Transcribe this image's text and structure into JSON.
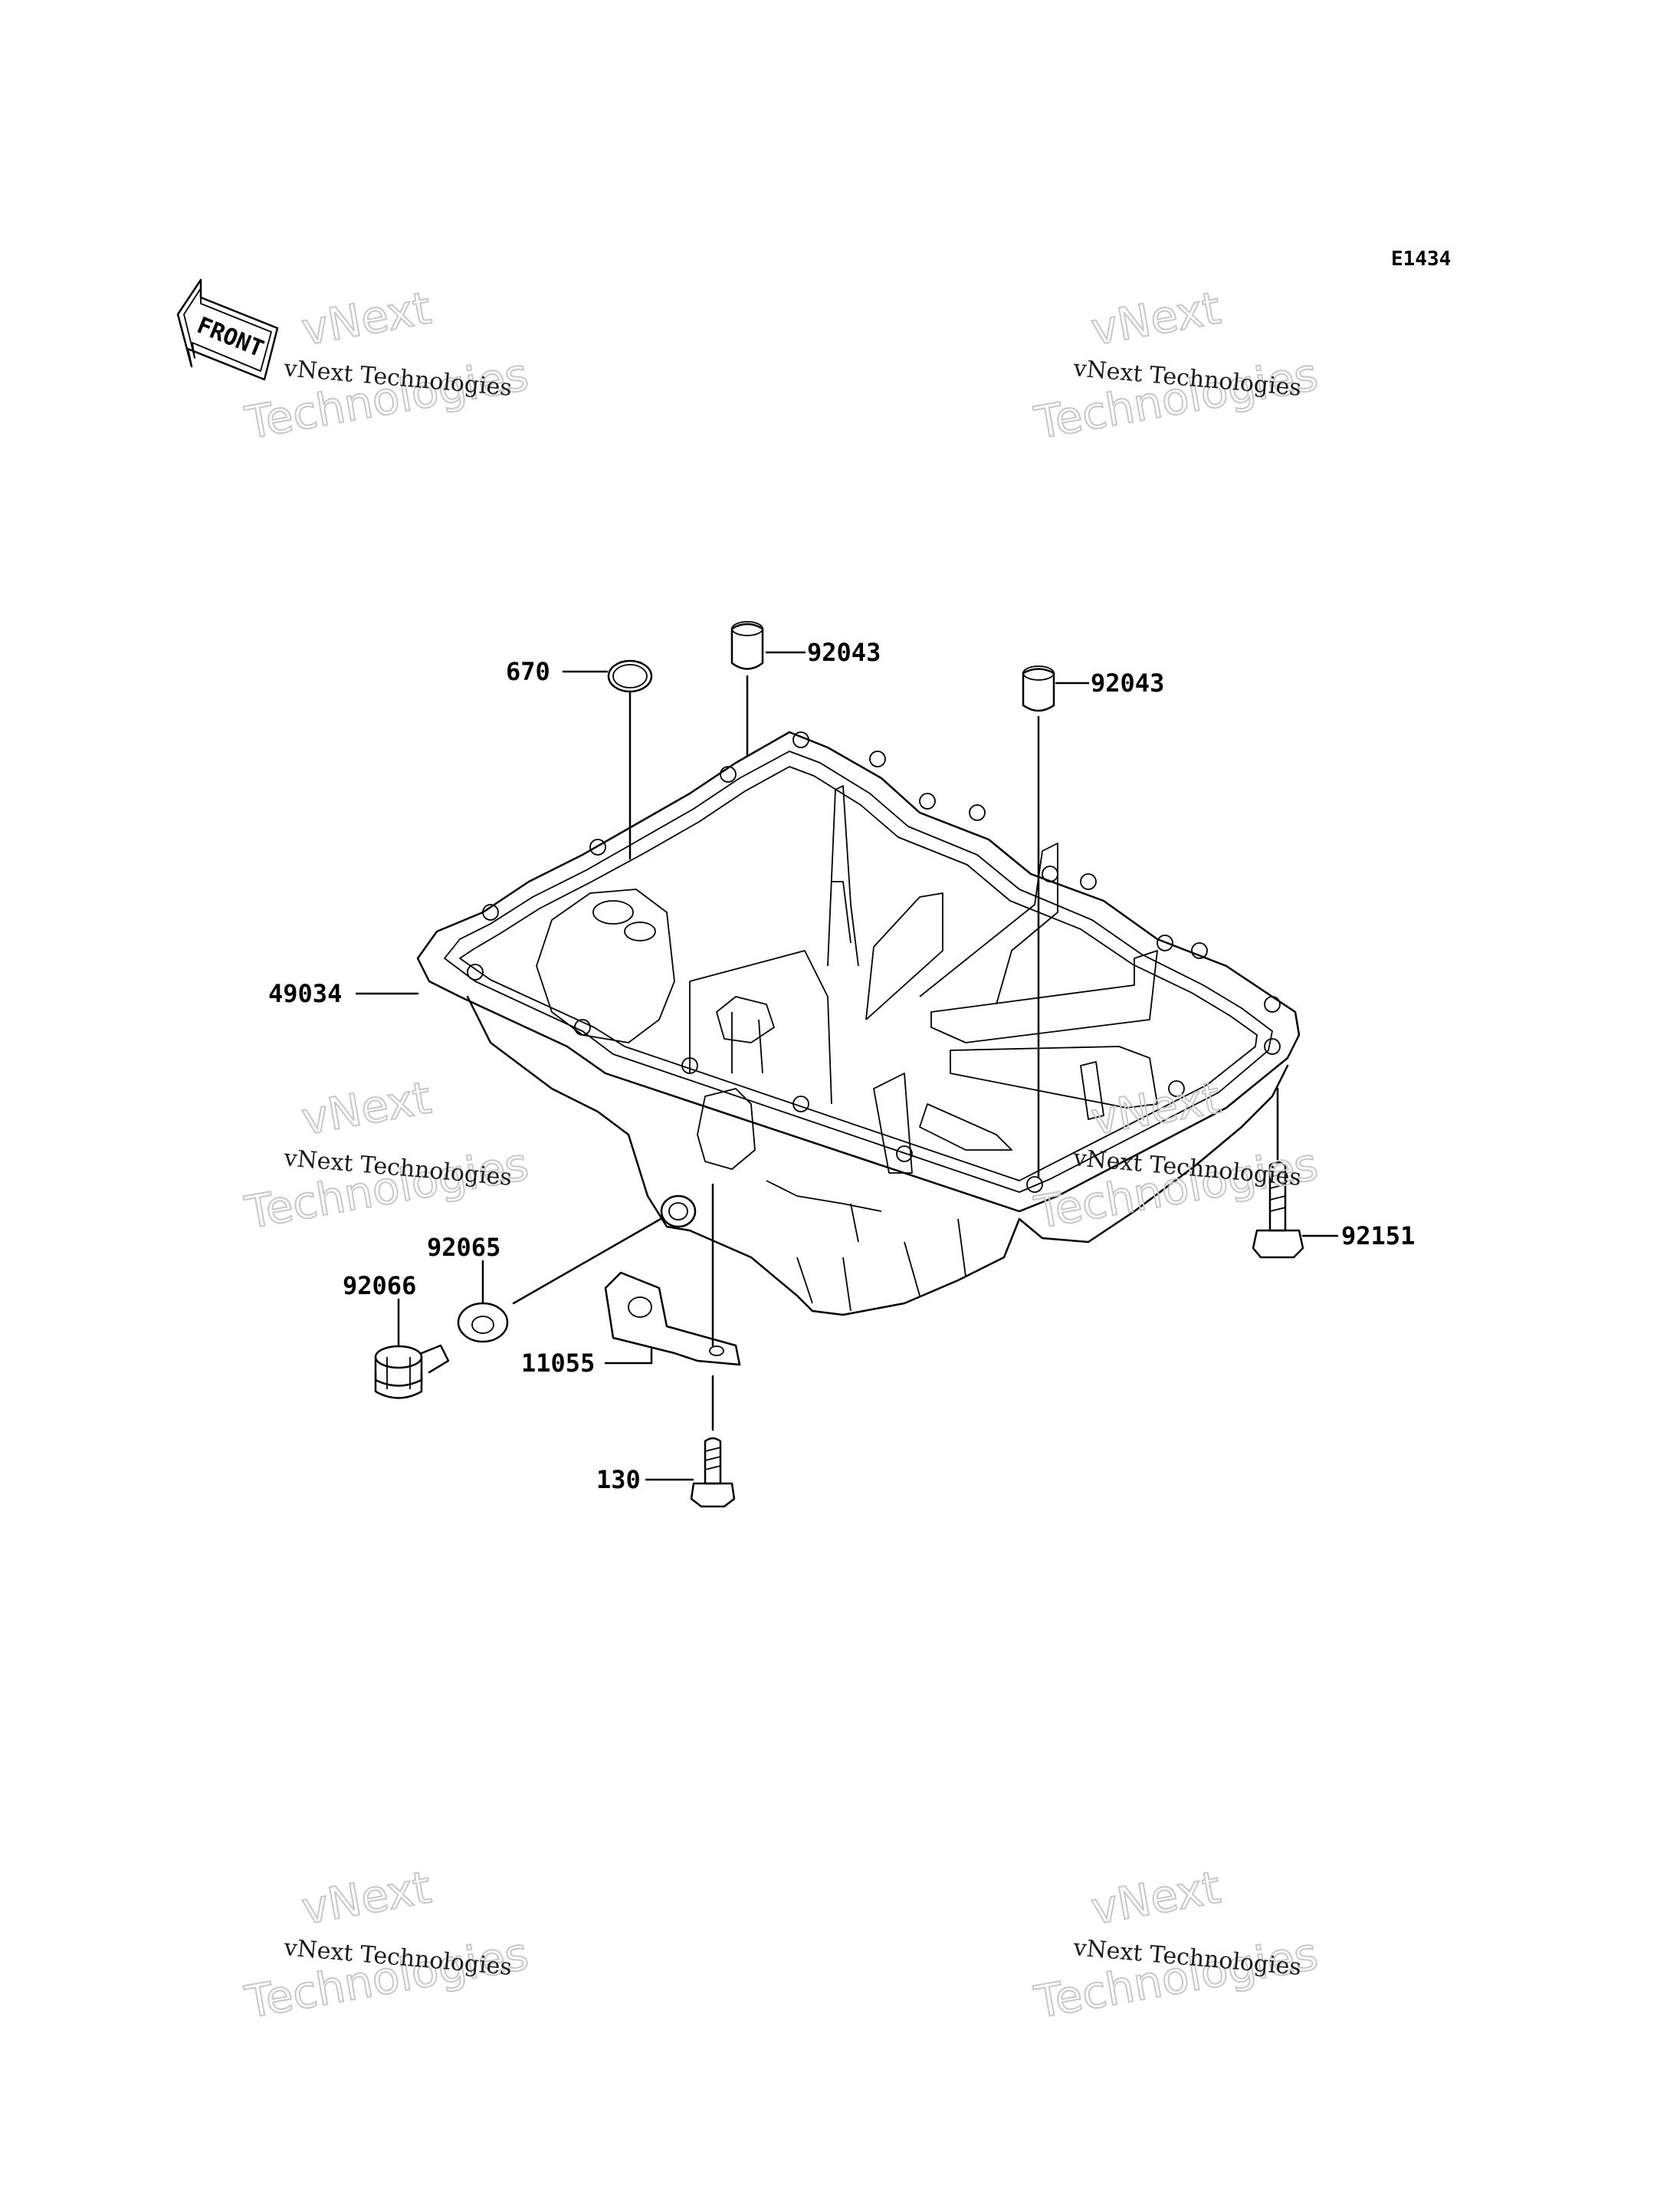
{
  "diagram": {
    "code": "E1434",
    "front_label": "FRONT",
    "parts": [
      {
        "id": "670",
        "label": "670"
      },
      {
        "id": "92043a",
        "label": "92043"
      },
      {
        "id": "92043b",
        "label": "92043"
      },
      {
        "id": "49034",
        "label": "49034"
      },
      {
        "id": "92151",
        "label": "92151"
      },
      {
        "id": "92065",
        "label": "92065"
      },
      {
        "id": "92066",
        "label": "92066"
      },
      {
        "id": "11055",
        "label": "11055"
      },
      {
        "id": "130",
        "label": "130"
      }
    ],
    "watermark": {
      "small": "vNext Technologies",
      "line1": "vNext",
      "line2": "Technologies"
    }
  }
}
